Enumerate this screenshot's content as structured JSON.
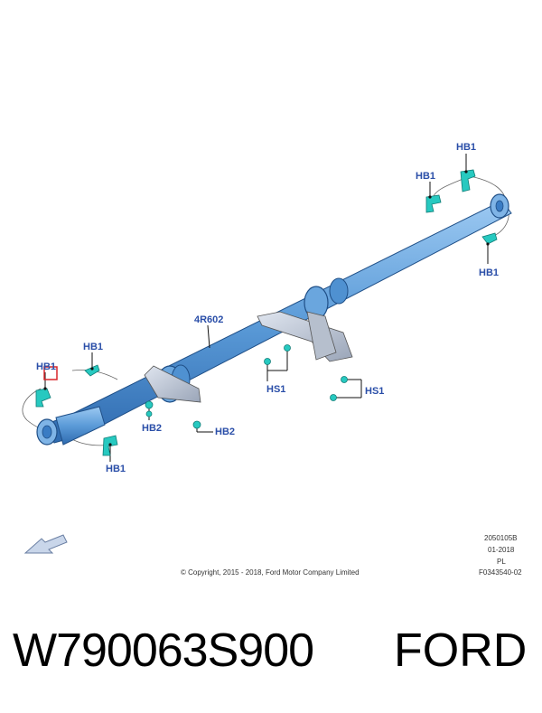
{
  "diagram": {
    "callouts": {
      "hb1_top_right": "HB1",
      "hb1_upper_right": "HB1",
      "hb1_right": "HB1",
      "shaft_label": "4R602",
      "hb1_left_upper": "HB1",
      "hb1_left_mid": "HB1",
      "hb1_left_lower": "HB1",
      "hb2_left": "HB2",
      "hb2_right": "HB2",
      "hs1_left": "HS1",
      "hs1_right": "HS1"
    },
    "meta": {
      "illustration_code": "2050105B",
      "date": "01-2018",
      "language": "PL",
      "figure_code": "F0343540-02",
      "copyright": "© Copyright, 2015 - 2018, Ford Motor Company Limited"
    },
    "icons": [
      "direction-arrow-icon"
    ],
    "colors": {
      "shaft": "#5b9bd8",
      "shaft_dark": "#2f6bb0",
      "fastener": "#27c9c0",
      "callout_text": "#2a4ea8",
      "highlight_box": "#d9262b"
    }
  },
  "footer": {
    "part_number": "W790063S900",
    "brand": "FORD"
  }
}
